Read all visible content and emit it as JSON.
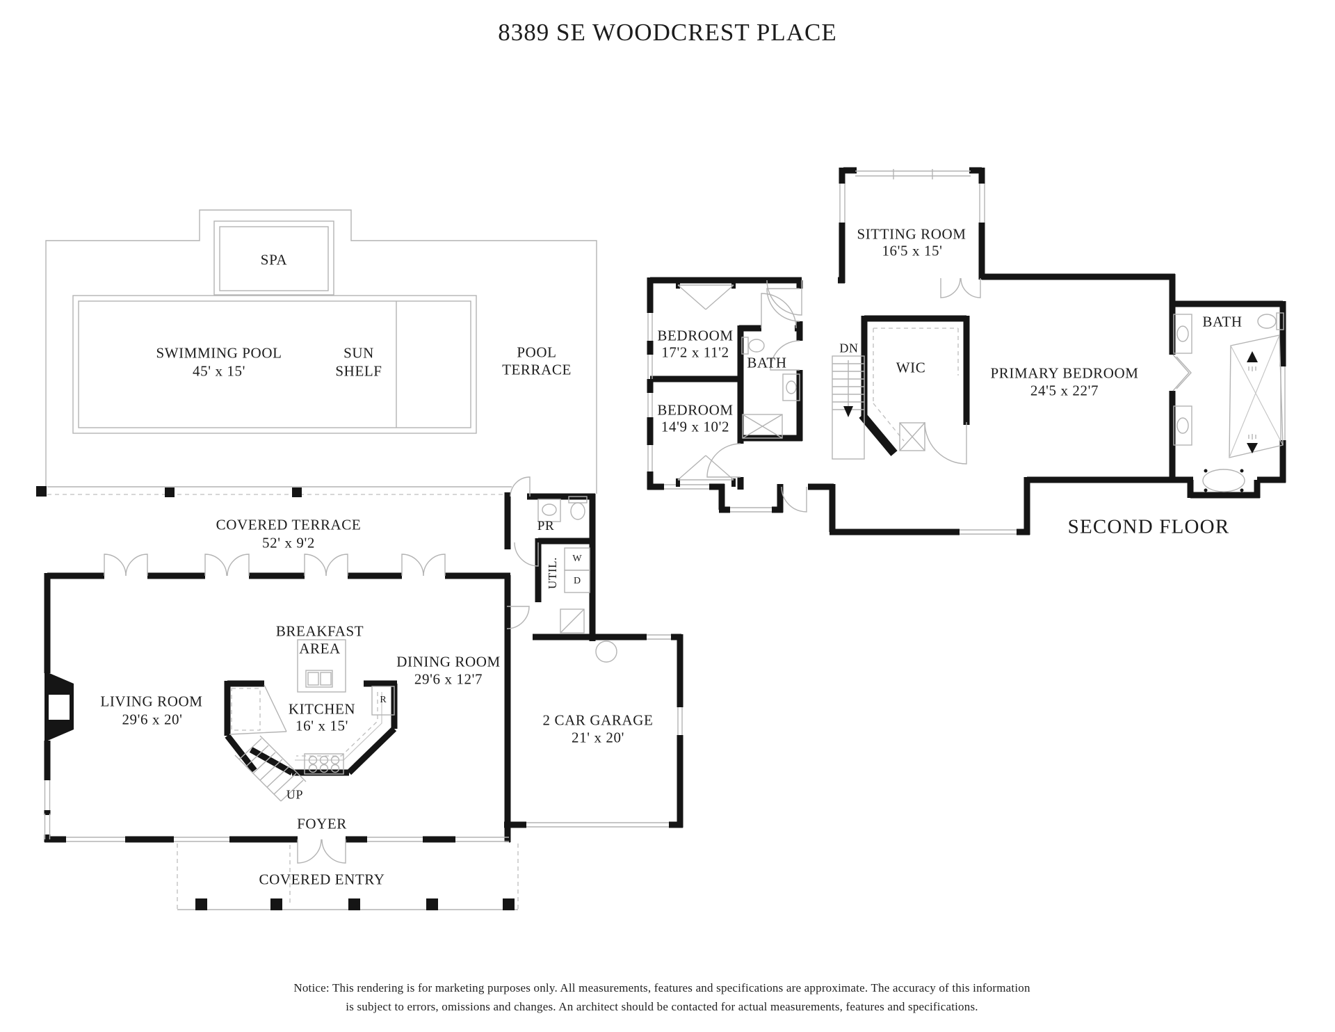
{
  "labels": {
    "title": "8389 SE WOODCREST PLACE"
  },
  "f1": {
    "spa": "SPA",
    "pool_name": "SWIMMING POOL",
    "pool_dims": "45' x 15'",
    "sun1": "SUN",
    "sun2": "SHELF",
    "terrace1": "POOL",
    "terrace2": "TERRACE",
    "ct_name": "COVERED TERRACE",
    "ct_dims": "52' x 9'2",
    "breakfast1": "BREAKFAST",
    "breakfast2": "AREA",
    "living_name": "LIVING ROOM",
    "living_dims": "29'6 x 20'",
    "kitchen_name": "KITCHEN",
    "kitchen_dims": "16' x 15'",
    "dining_name": "DINING ROOM",
    "dining_dims": "29'6 x 12'7",
    "garage_name": "2 CAR GARAGE",
    "garage_dims": "21' x 20'",
    "up": "UP",
    "foyer": "FOYER",
    "entry": "COVERED ENTRY",
    "pr": "PR",
    "util": "UTIL.",
    "washer": "W",
    "dryer": "D",
    "fridge": "R"
  },
  "f2": {
    "floor_label": "SECOND FLOOR",
    "sitting_name": "SITTING ROOM",
    "sitting_dims": "16'5 x 15'",
    "bed1_name": "BEDROOM",
    "bed1_dims": "17'2 x 11'2",
    "bed2_name": "BEDROOM",
    "bed2_dims": "14'9 x 10'2",
    "hall_bath": "BATH",
    "dn": "DN",
    "wic": "WIC",
    "primary_name": "PRIMARY BEDROOM",
    "primary_dims": "24'5 x 22'7",
    "primary_bath": "BATH"
  },
  "notice": {
    "line1": "Notice: This rendering is for marketing purposes only. All measurements, features and specifications are approximate. The accuracy of this information",
    "line2": "is subject to errors, omissions and changes. An architect should be contacted for actual measurements, features and specifications."
  },
  "colors": {
    "walls": "#151515",
    "thin_lines": "#b3b3b3",
    "background": "#ffffff"
  }
}
